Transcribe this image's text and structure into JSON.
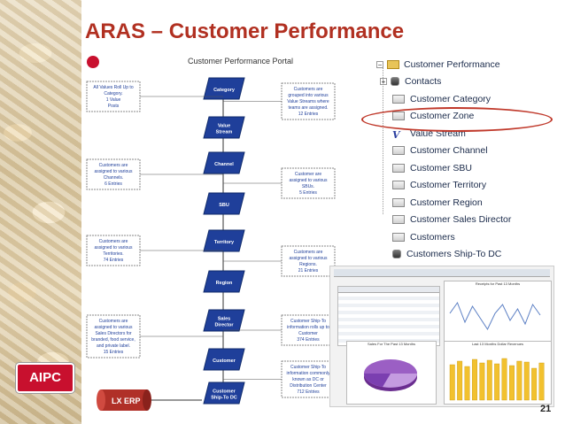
{
  "slide": {
    "title": "ARAS – Customer Performance",
    "page_number": "21",
    "logo_text": "AIPC"
  },
  "diagram": {
    "title": "Customer Performance Portal",
    "nodes": [
      "Category",
      "Value Stream",
      "Channel",
      "SBU",
      "Territory",
      "Region",
      "Sales Director",
      "Customer",
      "Customer Ship-To DC"
    ],
    "left_notes": [
      [
        "All Values Roll Up to",
        "Category.",
        "1 Value",
        "Posts"
      ],
      [
        "Customers are",
        "assigned to various",
        "Channels.",
        "6 Entries"
      ],
      [
        "Customers are",
        "assigned to various",
        "Territories.",
        "74 Entries"
      ],
      [
        "Customers are",
        "assigned to various",
        "Sales Directors for",
        "branded, food service,",
        "and private label.",
        "15 Entries"
      ]
    ],
    "right_notes": [
      [
        "Customers are",
        "grouped into various",
        "Value Streams where",
        "teams are assigned.",
        "12 Entries"
      ],
      [
        "Customer are",
        "assigned to various",
        "SBUs.",
        "5 Entries"
      ],
      [
        "Customers are",
        "assigned to various",
        "Regions.",
        "21 Entries"
      ],
      [
        "Customer Ship-To",
        "information rolls up to",
        "Customer",
        "374 Entries"
      ],
      [
        "Customer Ship-To",
        "information commonly",
        "known as DC or",
        "Distribution Center",
        "712 Entries"
      ]
    ],
    "source": "LX ERP"
  },
  "tree": {
    "root": "Customer Performance",
    "items": [
      "Contacts",
      "Customer Category",
      "Customer Zone",
      "Value Stream",
      "Customer Channel",
      "Customer SBU",
      "Customer Territory",
      "Customer Region",
      "Customer Sales Director",
      "Customers",
      "Customers Ship-To DC"
    ]
  },
  "dashboard": {
    "line_title": "Receipts for Past 13 Months",
    "pie_title": "Sales For The Past 13 Months",
    "bar_title": "Last 13 Months Dollar Revenues"
  }
}
